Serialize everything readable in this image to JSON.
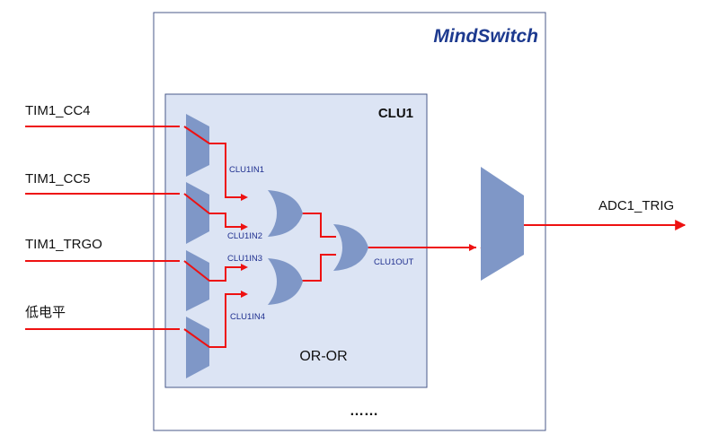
{
  "brand": {
    "name": "MindSwitch",
    "color": "#1d3a8f"
  },
  "block": {
    "title": "CLU1",
    "mode": "OR-OR",
    "continuation": "……"
  },
  "inputs": [
    "TIM1_CC4",
    "TIM1_CC5",
    "TIM1_TRGO",
    "低电平"
  ],
  "clu_signals": [
    "CLU1IN1",
    "CLU1IN2",
    "CLU1IN3",
    "CLU1IN4"
  ],
  "clu_output": "CLU1OUT",
  "output": "ADC1_TRIG",
  "colors": {
    "wire": "#ee1111",
    "gate_fill": "#7f97c7",
    "clu_fill": "#dce4f4",
    "clu_border": "#4a5a8a"
  }
}
